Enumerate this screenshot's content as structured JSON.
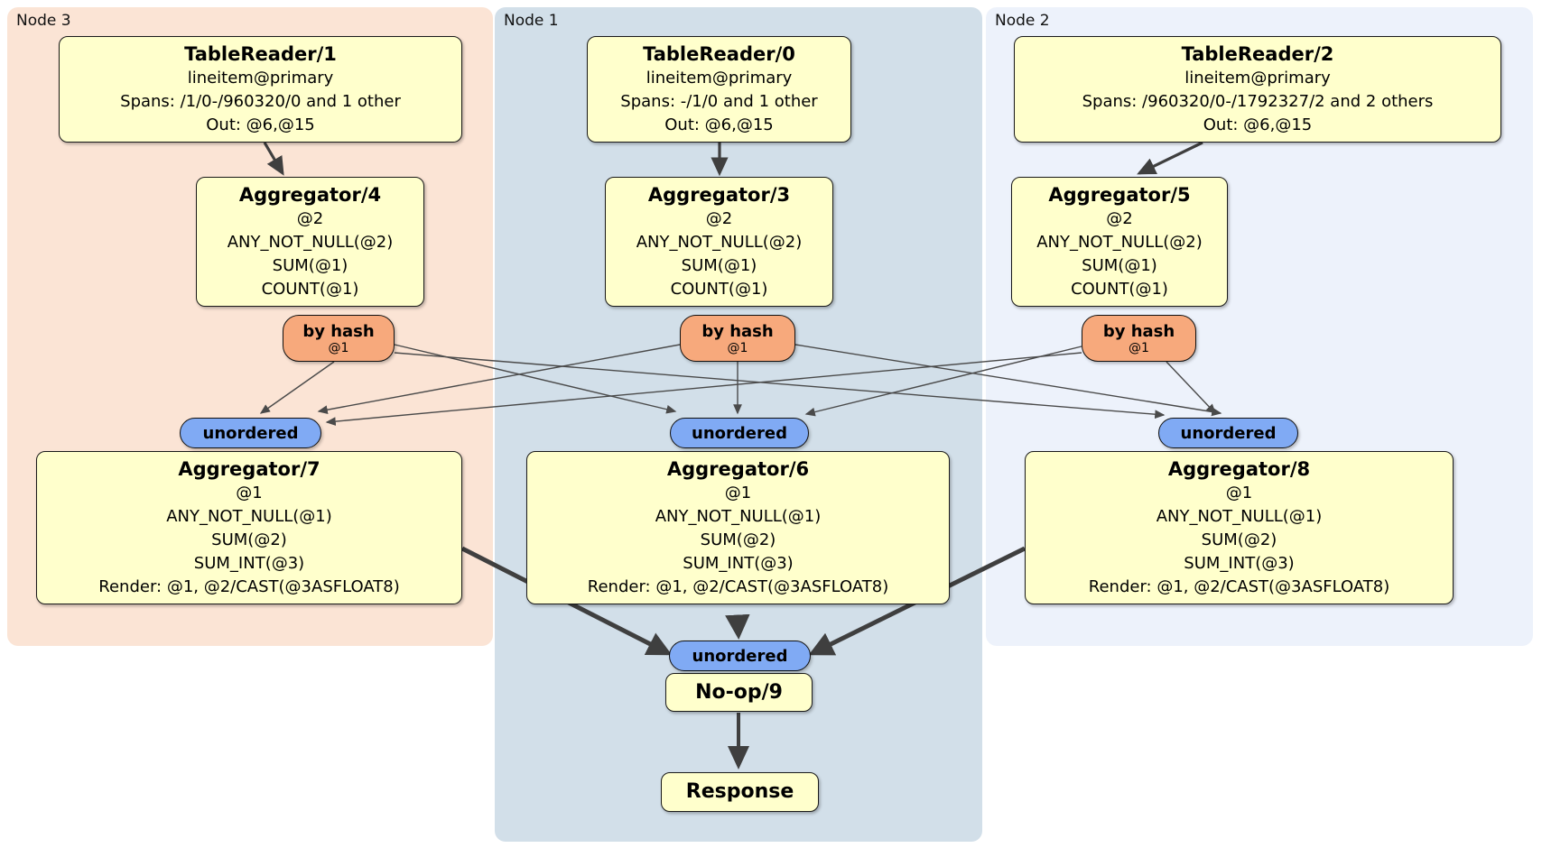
{
  "groups": {
    "node3": {
      "label": "Node 3",
      "bg": "#fbe4d5"
    },
    "node1": {
      "label": "Node 1",
      "bg": "#d2dfe9"
    },
    "node2": {
      "label": "Node 2",
      "bg": "#edf2fb"
    }
  },
  "processors": {
    "tablereader1": {
      "title": "TableReader/1",
      "lines": [
        "lineitem@primary",
        "Spans: /1/0-/960320/0 and 1 other",
        "Out: @6,@15"
      ]
    },
    "tablereader0": {
      "title": "TableReader/0",
      "lines": [
        "lineitem@primary",
        "Spans: -/1/0 and 1 other",
        "Out: @6,@15"
      ]
    },
    "tablereader2": {
      "title": "TableReader/2",
      "lines": [
        "lineitem@primary",
        "Spans: /960320/0-/1792327/2 and 2 others",
        "Out: @6,@15"
      ]
    },
    "aggregator4": {
      "title": "Aggregator/4",
      "lines": [
        "@2",
        "ANY_NOT_NULL(@2)",
        "SUM(@1)",
        "COUNT(@1)"
      ]
    },
    "aggregator3": {
      "title": "Aggregator/3",
      "lines": [
        "@2",
        "ANY_NOT_NULL(@2)",
        "SUM(@1)",
        "COUNT(@1)"
      ]
    },
    "aggregator5": {
      "title": "Aggregator/5",
      "lines": [
        "@2",
        "ANY_NOT_NULL(@2)",
        "SUM(@1)",
        "COUNT(@1)"
      ]
    },
    "aggregator7": {
      "title": "Aggregator/7",
      "lines": [
        "@1",
        "ANY_NOT_NULL(@1)",
        "SUM(@2)",
        "SUM_INT(@3)",
        "Render: @1, @2/CAST(@3ASFLOAT8)"
      ]
    },
    "aggregator6": {
      "title": "Aggregator/6",
      "lines": [
        "@1",
        "ANY_NOT_NULL(@1)",
        "SUM(@2)",
        "SUM_INT(@3)",
        "Render: @1, @2/CAST(@3ASFLOAT8)"
      ]
    },
    "aggregator8": {
      "title": "Aggregator/8",
      "lines": [
        "@1",
        "ANY_NOT_NULL(@1)",
        "SUM(@2)",
        "SUM_INT(@3)",
        "Render: @1, @2/CAST(@3ASFLOAT8)"
      ]
    },
    "noop9": {
      "title": "No-op/9"
    },
    "response": {
      "title": "Response"
    }
  },
  "router": {
    "label": "by hash",
    "sub": "@1"
  },
  "sync": {
    "label": "unordered"
  },
  "colors": {
    "processor_fill": "#ffffcc",
    "router_fill": "#f7a97c",
    "sync_fill": "#80aaf4",
    "node3_bg": "#fbe4d5",
    "node1_bg": "#d2dfe9",
    "node2_bg": "#edf2fb",
    "edge": "#4a4a4a"
  }
}
